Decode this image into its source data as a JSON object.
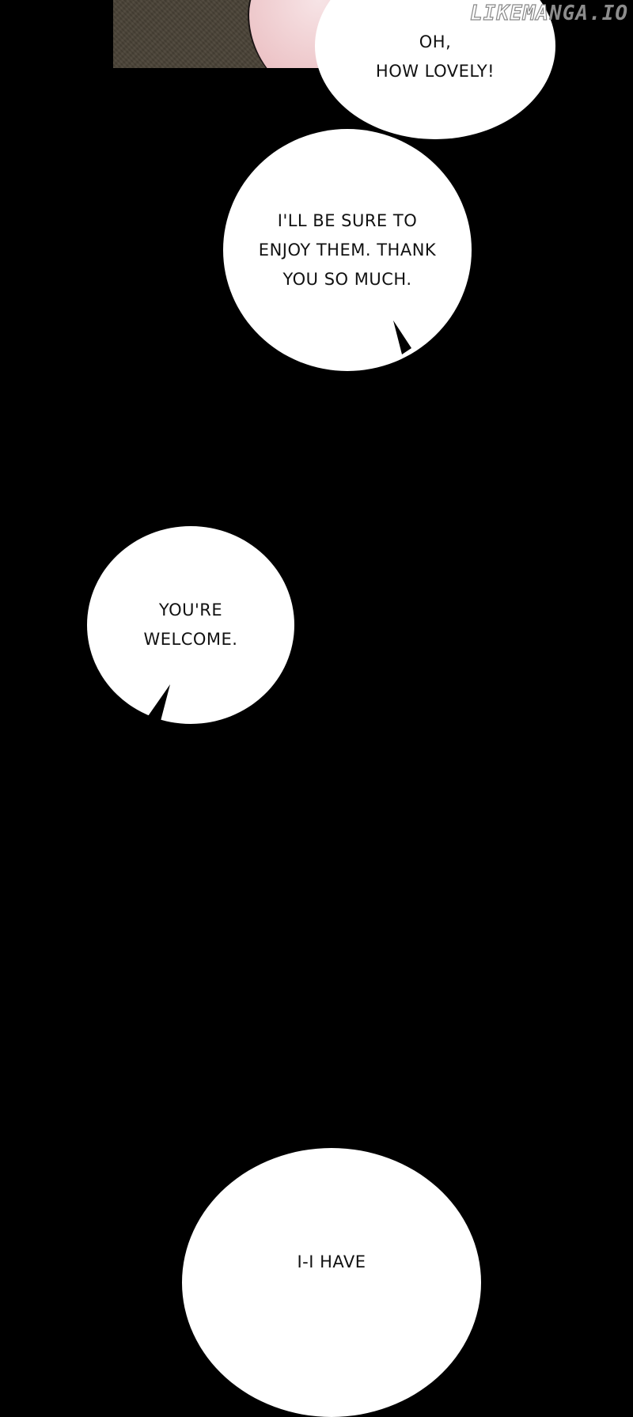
{
  "watermark": {
    "part1": "LIKEMA",
    "part2": "NGA.IO"
  },
  "panel": {
    "description": "artwork fragment: textured brown surface with pale pink skin"
  },
  "bubbles": [
    {
      "id": "bubble-1",
      "lines": [
        "OH,",
        "HOW LOVELY!"
      ]
    },
    {
      "id": "bubble-2",
      "lines": [
        "I'LL BE SURE TO",
        "ENJOY THEM. THANK",
        "YOU SO MUCH."
      ]
    },
    {
      "id": "bubble-3",
      "lines": [
        "YOU'RE",
        "WELCOME."
      ]
    },
    {
      "id": "bubble-4",
      "lines": [
        "I-I HAVE"
      ]
    }
  ],
  "colors": {
    "background": "#000000",
    "bubble": "#ffffff",
    "text": "#111111",
    "panel": "#4a4337",
    "skin": "#ecc3c6"
  }
}
